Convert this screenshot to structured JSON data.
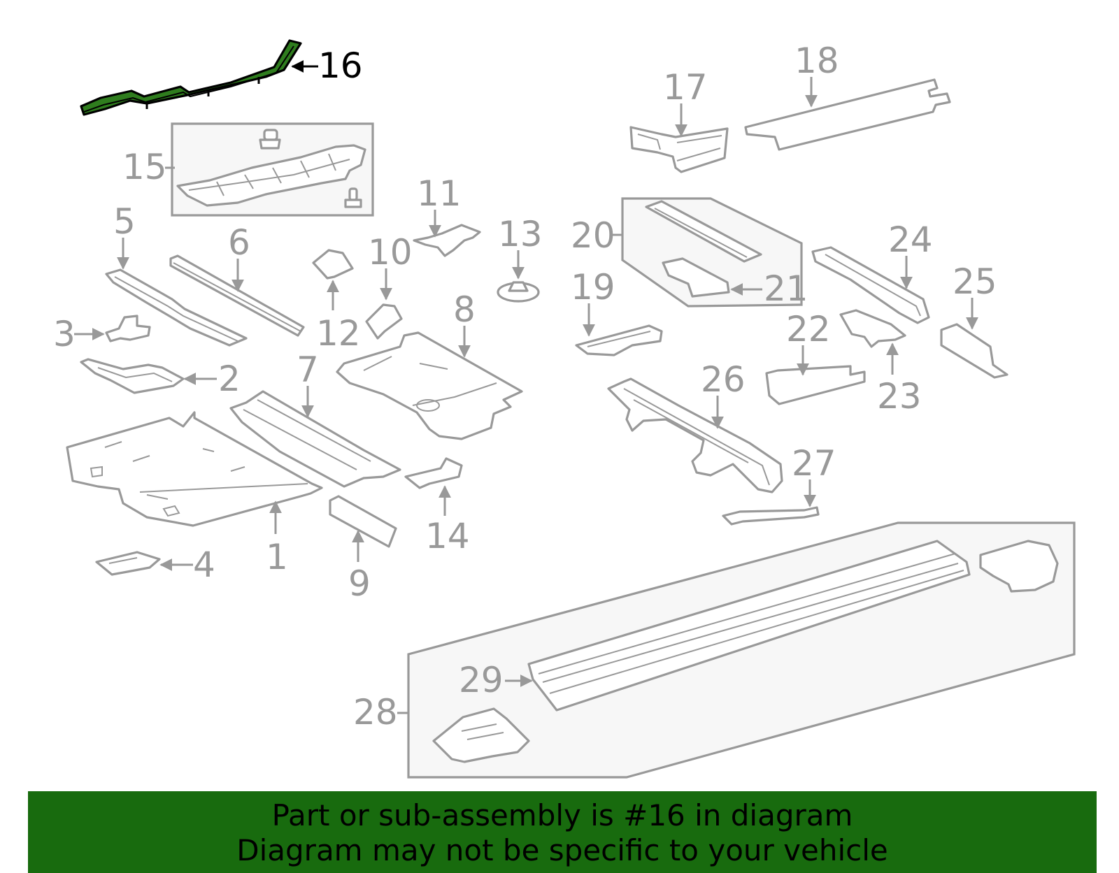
{
  "callouts": {
    "c1": "1",
    "c2": "2",
    "c3": "3",
    "c4": "4",
    "c5": "5",
    "c6": "6",
    "c7": "7",
    "c8": "8",
    "c9": "9",
    "c10": "10",
    "c11": "11",
    "c12": "12",
    "c13": "13",
    "c14": "14",
    "c15": "15",
    "c16": "16",
    "c17": "17",
    "c18": "18",
    "c19": "19",
    "c20": "20",
    "c21": "21",
    "c22": "22",
    "c23": "23",
    "c24": "24",
    "c25": "25",
    "c26": "26",
    "c27": "27",
    "c28": "28",
    "c29": "29"
  },
  "highlighted_part": "16",
  "colors": {
    "line": "#999999",
    "highlight_fill": "#2f7d1e",
    "banner_background": "#186b0e",
    "banner_text": "#000000"
  },
  "banner": {
    "line1": "Part or sub-assembly is #16 in diagram",
    "line2": "Diagram may not be specific to your vehicle"
  }
}
